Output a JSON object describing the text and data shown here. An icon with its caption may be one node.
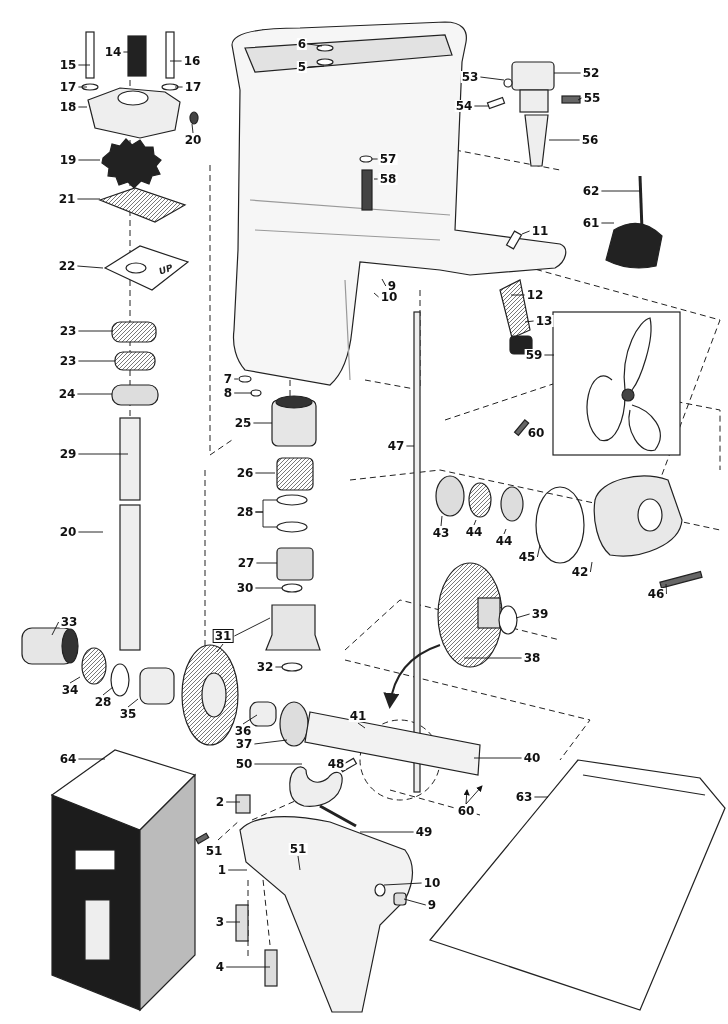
{
  "diagram": {
    "nodes": [
      {
        "text": [
          "14"
        ]
      },
      {
        "text": [
          "15"
        ]
      },
      {
        "text": [
          "16"
        ]
      },
      {
        "text": [
          "17"
        ]
      },
      {
        "text": [
          "17"
        ]
      },
      {
        "text": [
          "18"
        ]
      },
      {
        "text": [
          "20"
        ]
      },
      {
        "text": [
          "19"
        ]
      },
      {
        "text": [
          "21"
        ]
      },
      {
        "text": [
          "22"
        ]
      },
      {
        "text": [
          "23"
        ]
      },
      {
        "text": [
          "23"
        ]
      },
      {
        "text": [
          "24"
        ]
      },
      {
        "text": [
          "29"
        ]
      },
      {
        "text": [
          "20"
        ]
      },
      {
        "text": [
          "6"
        ]
      },
      {
        "text": [
          "5"
        ]
      },
      {
        "text": [
          "7"
        ]
      },
      {
        "text": [
          "8"
        ]
      },
      {
        "text": [
          "25"
        ]
      },
      {
        "text": [
          "26"
        ]
      },
      {
        "text": [
          "28"
        ]
      },
      {
        "text": [
          "53"
        ]
      },
      {
        "text": [
          "54"
        ]
      },
      {
        "text": [
          "52"
        ]
      },
      {
        "text": [
          "55"
        ]
      },
      {
        "text": [
          "56"
        ]
      },
      {
        "text": [
          "57"
        ]
      },
      {
        "text": [
          "58"
        ]
      },
      {
        "text": [
          "62"
        ]
      },
      {
        "text": [
          "61"
        ]
      },
      {
        "text": [
          "11"
        ]
      },
      {
        "text": [
          "9"
        ]
      },
      {
        "text": [
          "10"
        ]
      },
      {
        "text": [
          "12"
        ]
      },
      {
        "text": [
          "13"
        ]
      },
      {
        "text": [
          "59"
        ]
      },
      {
        "text": [
          "60"
        ]
      },
      {
        "text": [
          "47"
        ]
      },
      {
        "text": [
          "43"
        ]
      },
      {
        "text": [
          "44"
        ]
      },
      {
        "text": [
          "44"
        ]
      },
      {
        "text": [
          "45"
        ]
      },
      {
        "text": [
          "27"
        ]
      },
      {
        "text": [
          "42"
        ]
      },
      {
        "text": [
          "30"
        ]
      },
      {
        "text": [
          "46"
        ]
      },
      {
        "text": [
          "39"
        ]
      },
      {
        "text": [
          "33"
        ]
      },
      {
        "text": [
          "31"
        ]
      },
      {
        "text": [
          "38"
        ]
      },
      {
        "text": [
          "32"
        ]
      },
      {
        "text": [
          "34"
        ]
      },
      {
        "text": [
          "28"
        ]
      },
      {
        "text": [
          "35"
        ]
      },
      {
        "text": [
          "41"
        ]
      },
      {
        "text": [
          "36"
        ]
      },
      {
        "text": [
          "37"
        ]
      },
      {
        "text": [
          "40"
        ]
      },
      {
        "text": [
          "64"
        ]
      },
      {
        "text": [
          "50"
        ]
      },
      {
        "text": [
          "48"
        ]
      },
      {
        "text": [
          "63"
        ]
      },
      {
        "text": [
          "2"
        ]
      },
      {
        "text": [
          "60"
        ]
      },
      {
        "text": [
          "49"
        ]
      },
      {
        "text": [
          "51"
        ]
      },
      {
        "text": [
          "51"
        ]
      },
      {
        "text": [
          "1"
        ]
      },
      {
        "text": [
          "10"
        ]
      },
      {
        "text": [
          "9"
        ]
      },
      {
        "text": [
          "3"
        ]
      },
      {
        "text": [
          "4"
        ]
      },
      {
        "text": [
          "UP"
        ]
      }
    ],
    "edges": [
      {
        "from": 0,
        "to": null,
        "arrow": "none"
      },
      {
        "from": 1,
        "to": null,
        "arrow": "none"
      },
      {
        "from": 2,
        "to": null,
        "arrow": "none"
      },
      {
        "from": 3,
        "to": null,
        "arrow": "none"
      },
      {
        "from": 4,
        "to": null,
        "arrow": "none"
      },
      {
        "from": 5,
        "to": null,
        "arrow": "none"
      },
      {
        "from": 6,
        "to": null,
        "arrow": "none"
      },
      {
        "from": 7,
        "to": null,
        "arrow": "none"
      },
      {
        "from": 8,
        "to": null,
        "arrow": "none"
      },
      {
        "from": 9,
        "to": 73,
        "arrow": "none"
      },
      {
        "from": 10,
        "to": null,
        "arrow": "none"
      },
      {
        "from": 11,
        "to": null,
        "arrow": "none"
      },
      {
        "from": 12,
        "to": null,
        "arrow": "none"
      },
      {
        "from": 13,
        "to": null,
        "arrow": "none"
      },
      {
        "from": 14,
        "to": null,
        "arrow": "none"
      },
      {
        "from": 15,
        "to": null,
        "arrow": "none"
      },
      {
        "from": 16,
        "to": null,
        "arrow": "none"
      },
      {
        "from": 17,
        "to": null,
        "arrow": "none"
      },
      {
        "from": 18,
        "to": null,
        "arrow": "none"
      },
      {
        "from": 19,
        "to": null,
        "arrow": "none"
      },
      {
        "from": 20,
        "to": null,
        "arrow": "none"
      },
      {
        "from": 21,
        "to": null,
        "arrow": "none"
      },
      {
        "from": 21,
        "to": null,
        "arrow": "none"
      },
      {
        "from": 22,
        "to": null,
        "arrow": "none"
      },
      {
        "from": 23,
        "to": null,
        "arrow": "none"
      },
      {
        "from": 24,
        "to": null,
        "arrow": "none"
      },
      {
        "from": 25,
        "to": null,
        "arrow": "none"
      },
      {
        "from": 26,
        "to": null,
        "arrow": "none"
      },
      {
        "from": 27,
        "to": null,
        "arrow": "none"
      },
      {
        "from": 28,
        "to": null,
        "arrow": "none"
      },
      {
        "from": 29,
        "to": null,
        "arrow": "none"
      },
      {
        "from": 30,
        "to": null,
        "arrow": "none"
      },
      {
        "from": 31,
        "to": null,
        "arrow": "none"
      },
      {
        "from": 32,
        "to": null,
        "arrow": "none"
      },
      {
        "from": 33,
        "to": null,
        "arrow": "none"
      },
      {
        "from": 34,
        "to": null,
        "arrow": "none"
      },
      {
        "from": 35,
        "to": null,
        "arrow": "none"
      },
      {
        "from": 36,
        "to": null,
        "arrow": "none"
      },
      {
        "from": 38,
        "to": null,
        "arrow": "none"
      },
      {
        "from": 39,
        "to": null,
        "arrow": "none"
      },
      {
        "from": 40,
        "to": null,
        "arrow": "none"
      },
      {
        "from": 41,
        "to": null,
        "arrow": "none"
      },
      {
        "from": 42,
        "to": null,
        "arrow": "none"
      },
      {
        "from": 43,
        "to": null,
        "arrow": "none"
      },
      {
        "from": 44,
        "to": null,
        "arrow": "none"
      },
      {
        "from": 45,
        "to": null,
        "arrow": "none"
      },
      {
        "from": 46,
        "to": null,
        "arrow": "none"
      },
      {
        "from": 47,
        "to": null,
        "arrow": "none"
      },
      {
        "from": 48,
        "to": null,
        "arrow": "none"
      },
      {
        "from": 49,
        "to": null,
        "arrow": "none"
      },
      {
        "from": 49,
        "to": null,
        "arrow": "none"
      },
      {
        "from": 50,
        "to": null,
        "arrow": "none"
      },
      {
        "from": 51,
        "to": null,
        "arrow": "none"
      },
      {
        "from": 52,
        "to": null,
        "arrow": "none"
      },
      {
        "from": 53,
        "to": null,
        "arrow": "none"
      },
      {
        "from": 54,
        "to": null,
        "arrow": "none"
      },
      {
        "from": 55,
        "to": null,
        "arrow": "none"
      },
      {
        "from": 56,
        "to": null,
        "arrow": "none"
      },
      {
        "from": 57,
        "to": null,
        "arrow": "none"
      },
      {
        "from": 58,
        "to": null,
        "arrow": "none"
      },
      {
        "from": 59,
        "to": null,
        "arrow": "none"
      },
      {
        "from": 60,
        "to": null,
        "arrow": "none"
      },
      {
        "from": 62,
        "to": null,
        "arrow": "none"
      },
      {
        "from": 63,
        "to": null,
        "arrow": "none"
      },
      {
        "from": 64,
        "to": null,
        "arrow": "to"
      },
      {
        "from": 64,
        "to": null,
        "arrow": "to"
      },
      {
        "from": 65,
        "to": null,
        "arrow": "none"
      },
      {
        "from": 66,
        "to": null,
        "arrow": "none"
      },
      {
        "from": 68,
        "to": null,
        "arrow": "none"
      },
      {
        "from": 69,
        "to": null,
        "arrow": "none"
      },
      {
        "from": 70,
        "to": null,
        "arrow": "none"
      },
      {
        "from": 71,
        "to": null,
        "arrow": "none"
      },
      {
        "from": 72,
        "to": null,
        "arrow": "none"
      }
    ]
  }
}
